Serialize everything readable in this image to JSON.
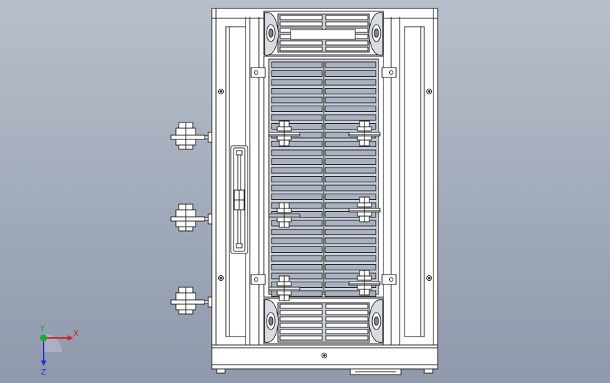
{
  "view": {
    "background_top": "#b7bfcb",
    "background_bottom": "#8f99ab",
    "line_color": "#1a1a1a",
    "part_fill": "#ffffff",
    "fin_fill": "#a9b2c0",
    "grille_fill": "#c9ced6"
  },
  "triad": {
    "x_label": "X",
    "y_label": "Y",
    "z_label": "Z",
    "x_color": "#d0202a",
    "y_color": "#1fa83a",
    "z_color": "#2233cc"
  }
}
